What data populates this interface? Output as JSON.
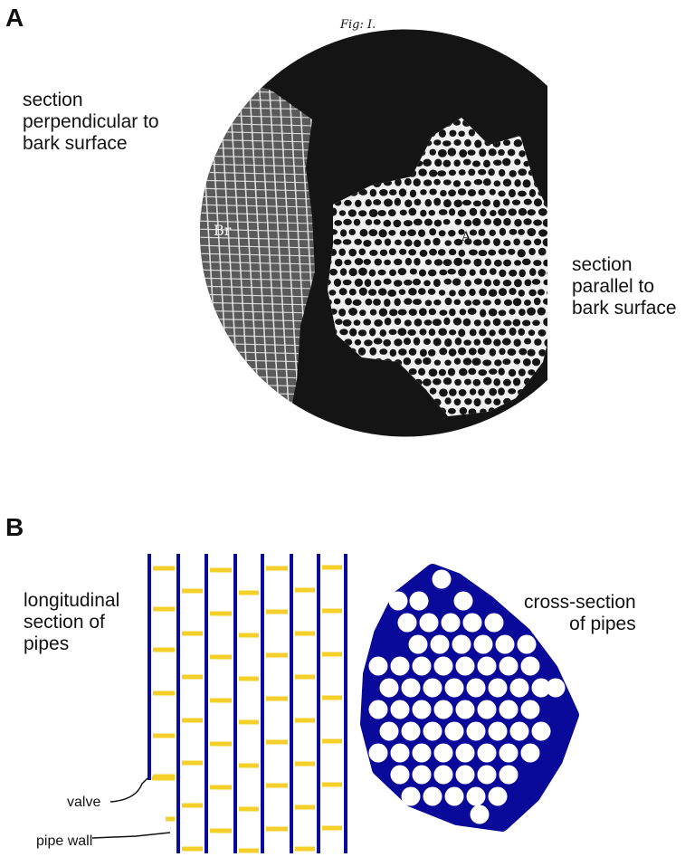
{
  "panel_a": {
    "letter": "A",
    "fig_label": "Fig: I.",
    "marker_br": "Br",
    "marker_a": "A",
    "label_perpendicular": [
      "section",
      "perpendicular to",
      "bark surface"
    ],
    "label_parallel": [
      "section",
      "parallel to",
      "bark surface"
    ]
  },
  "panel_b": {
    "letter": "B",
    "label_longitudinal": [
      "longitudinal",
      "section of",
      "pipes"
    ],
    "label_cross": [
      "cross-section",
      "of pipes"
    ],
    "label_valve": "valve",
    "label_pipe_wall": "pipe wall"
  },
  "colors": {
    "pipe_wall": "#0a0a9a",
    "valve": "#f5d02a",
    "engraving_background": "#141414",
    "cell_walls": "#f2f2f2"
  }
}
